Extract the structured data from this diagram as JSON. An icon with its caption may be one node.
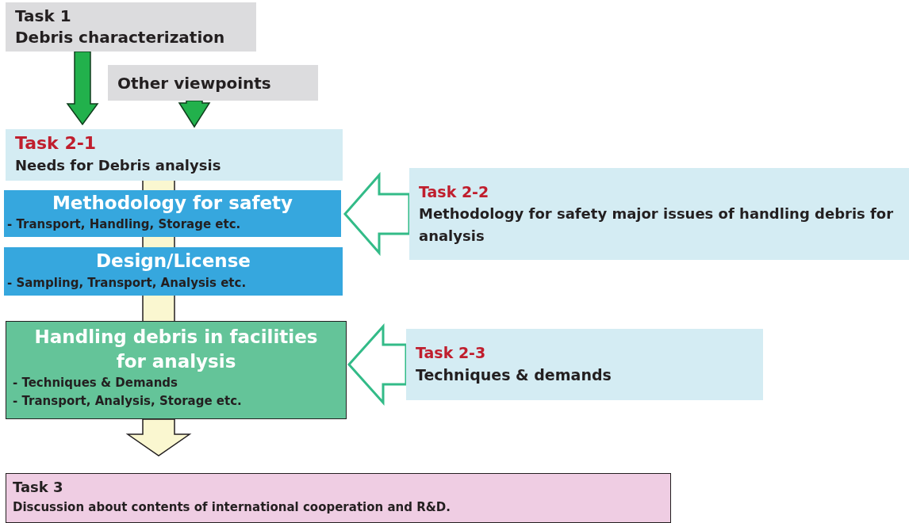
{
  "diagram": {
    "nodes": [
      {
        "text": [
          "Task 1",
          "Debris characterization"
        ]
      },
      {
        "text": [
          "Other viewpoints"
        ]
      },
      {
        "text": [
          "Task 2-1",
          "Needs for Debris analysis"
        ]
      },
      {
        "text": [
          "Methodology for safety",
          "- Transport, Handling, Storage etc."
        ]
      },
      {
        "text": [
          "Design/License",
          "- Sampling, Transport, Analysis etc."
        ]
      },
      {
        "text": [
          "Handling debris in facilities for analysis",
          "- Techniques & Demands",
          "- Transport, Analysis, Storage etc."
        ]
      },
      {
        "text": [
          "Task 2-2",
          "Methodology for safety major issues of handling debris for analysis"
        ]
      },
      {
        "text": [
          "Task 2-3",
          "Techniques & demands"
        ]
      },
      {
        "text": [
          "Task 3",
          "Discussion about contents of international cooperation and R&D."
        ]
      }
    ],
    "edges": [
      {
        "from": 0,
        "to": 2,
        "arrow": "to",
        "style": "thick",
        "color": "#22b14c"
      },
      {
        "from": 1,
        "to": 2,
        "arrow": "to",
        "style": "thick",
        "color": "#22b14c"
      },
      {
        "from": 6,
        "to": 3,
        "arrow": "to",
        "style": "thick",
        "color": "#33bb88"
      },
      {
        "from": 7,
        "to": 5,
        "arrow": "to",
        "style": "thick",
        "color": "#33bb88"
      },
      {
        "from": 2,
        "to": 3,
        "arrow": "none",
        "style": "thick",
        "color": "#faf7d0"
      },
      {
        "from": 3,
        "to": 4,
        "arrow": "none",
        "style": "thick",
        "color": "#faf7d0"
      },
      {
        "from": 4,
        "to": 5,
        "arrow": "none",
        "style": "thick",
        "color": "#faf7d0"
      },
      {
        "from": 5,
        "to": 8,
        "arrow": "to",
        "style": "thick",
        "color": "#faf7d0"
      }
    ]
  }
}
